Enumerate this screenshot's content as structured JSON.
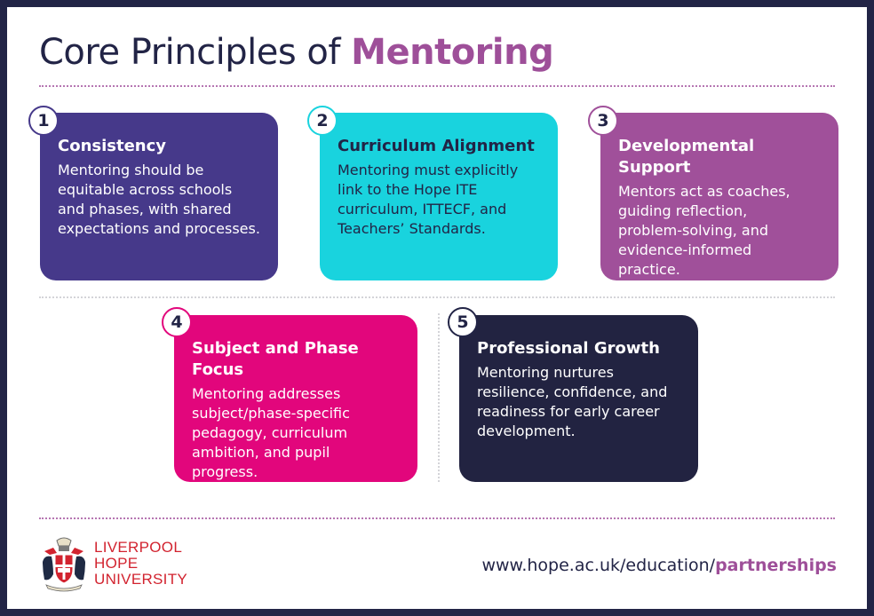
{
  "title": {
    "prefix": "Core Principles of ",
    "accent": "Mentoring"
  },
  "colors": {
    "frame": "#222446",
    "accent_purple": "#9e4f99",
    "card1": "#46398a",
    "card2": "#19d3de",
    "card3": "#a0509a",
    "card4": "#e2067c",
    "card5": "#222341",
    "logo_red": "#d2232f"
  },
  "cards": [
    {
      "number": "1",
      "heading": "Consistency",
      "body": "Mentoring should be equitable across schools and phases, with shared expectations and processes."
    },
    {
      "number": "2",
      "heading": "Curriculum Alignment",
      "body": "Mentoring must explicitly link to the Hope ITE curriculum, ITTECF, and Teachers’ Standards."
    },
    {
      "number": "3",
      "heading": "Developmental Support",
      "body": "Mentors act as coaches, guiding reflection, problem-solving, and evidence-informed practice."
    },
    {
      "number": "4",
      "heading": "Subject and Phase Focus",
      "body": "Mentoring addresses subject/phase-specific pedagogy, curriculum ambition, and pupil progress."
    },
    {
      "number": "5",
      "heading": "Professional Growth",
      "body": "Mentoring nurtures resilience, confidence, and readiness for early career development."
    }
  ],
  "footer": {
    "logo_lines": [
      "LIVERPOOL",
      "HOPE",
      "UNIVERSITY"
    ],
    "url_prefix": "www.hope.ac.uk/education/",
    "url_bold": "partnerships"
  }
}
